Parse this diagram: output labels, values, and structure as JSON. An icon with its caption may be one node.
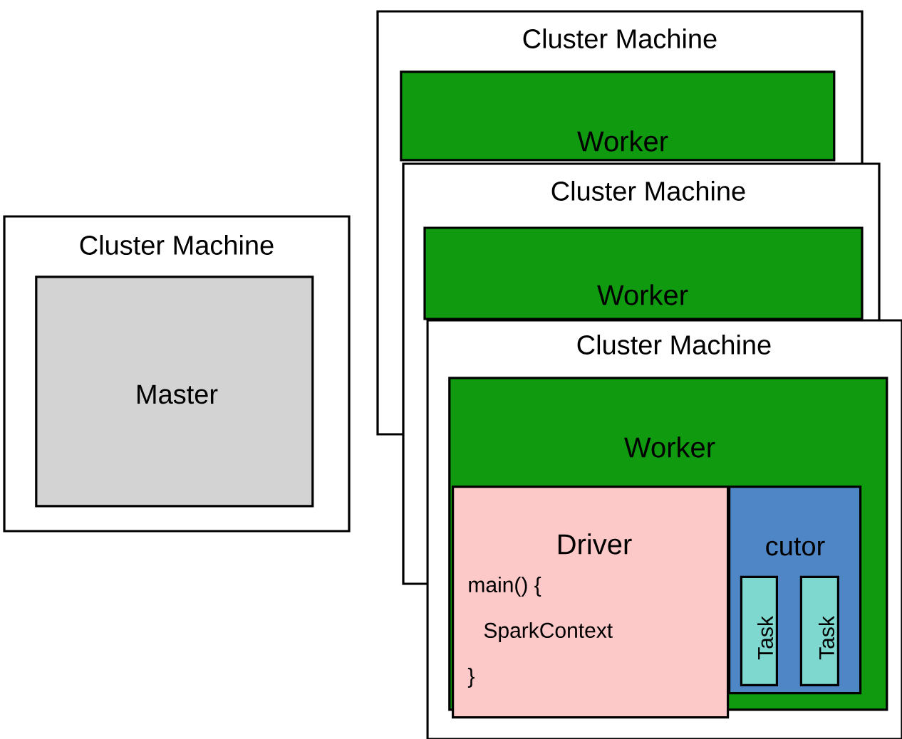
{
  "diagram": {
    "nodes": [
      {
        "text": [
          "Cluster Machine"
        ]
      },
      {
        "text": [
          "Master"
        ],
        "in": 0
      },
      {
        "text": [
          "Cluster Machine"
        ]
      },
      {
        "text": [
          "Worker"
        ],
        "in": 2
      },
      {
        "text": [
          "Cluster Machine"
        ]
      },
      {
        "text": [
          "Worker"
        ]
      },
      {
        "text": [
          "Cluster Machine"
        ]
      },
      {
        "text": [
          "Worker"
        ],
        "in": 6
      },
      {
        "text": [
          "cutor"
        ],
        "in": 7
      },
      {
        "text": [
          "Task"
        ],
        "in": 8
      },
      {
        "text": [
          "Task"
        ],
        "in": 8
      },
      {
        "text": [
          "Driver",
          "main() {",
          "SparkContext",
          "}"
        ],
        "in": 7
      }
    ]
  }
}
